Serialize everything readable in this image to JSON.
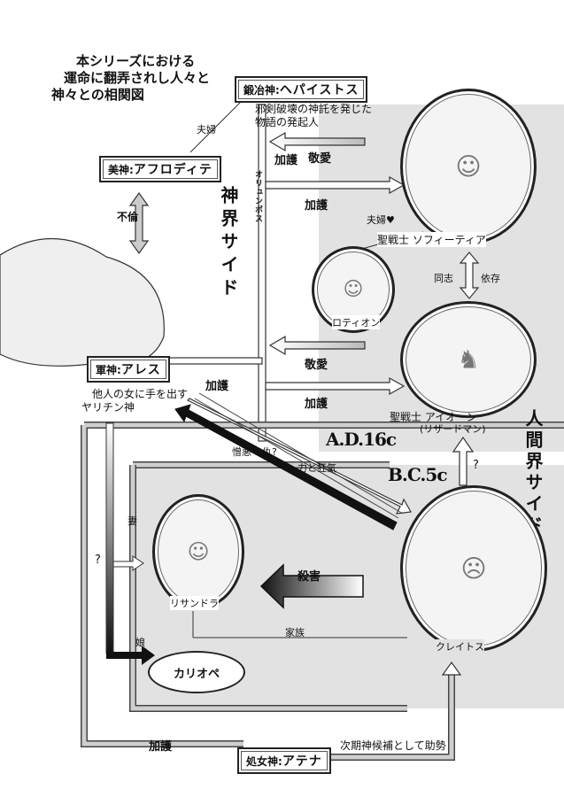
{
  "title": {
    "lines": [
      "本シリーズにおける",
      "運命に翻弄されし人々と",
      "神々との相関図"
    ]
  },
  "god_side_label": {
    "ruby": "オリュンポス",
    "text": "神界サイド"
  },
  "human_side_label": {
    "text": "人間界サイド"
  },
  "era": {
    "ad": "A.D.16c",
    "bc": "B.C.5c"
  },
  "boxes": {
    "hephaestus": {
      "role": "鍛冶神:",
      "name": "ヘパイストス"
    },
    "aphrodite": {
      "role": "美神:",
      "name": "アフロディテ"
    },
    "ares": {
      "role": "軍神:",
      "name": "アレス"
    },
    "athena": {
      "role": "処女神:",
      "name": "アテナ"
    }
  },
  "characters": {
    "sophitia": {
      "title": "聖戦士",
      "name": "ソフィーティア"
    },
    "rotion": {
      "name": "ロティオン"
    },
    "aion": {
      "title": "聖戦士",
      "name": "アイオーン",
      "sub": "(リザードマン)"
    },
    "lisandra": {
      "name": "リサンドラ"
    },
    "kratos": {
      "name": "クレイトス"
    },
    "kalliope": {
      "name": "カリオペ"
    }
  },
  "notes": {
    "hephaestus_desc": [
      "邪剣破壊の神託を発じた",
      "物語の発起人"
    ],
    "ares_desc": [
      "他人の女に手を出す",
      "ヤリチン神"
    ],
    "athena_desc": "次期神候補として助勢"
  },
  "relations": {
    "couple_heph_aph": "夫婦",
    "affair": "不倫",
    "blessing": "加護",
    "devotion": "敬愛",
    "couple_soph": "夫婦♥",
    "comrade": "同志",
    "dependence": "依存",
    "hatred": "憎悪",
    "revenge": "仇?",
    "power_madness": "力と狂気",
    "question": "?",
    "wife": "妻",
    "daughter": "娘",
    "murder": "殺害",
    "family": "家族"
  },
  "colors": {
    "ink": "#222222",
    "panel": "#dedede",
    "arrow": "#cfcfcf"
  }
}
